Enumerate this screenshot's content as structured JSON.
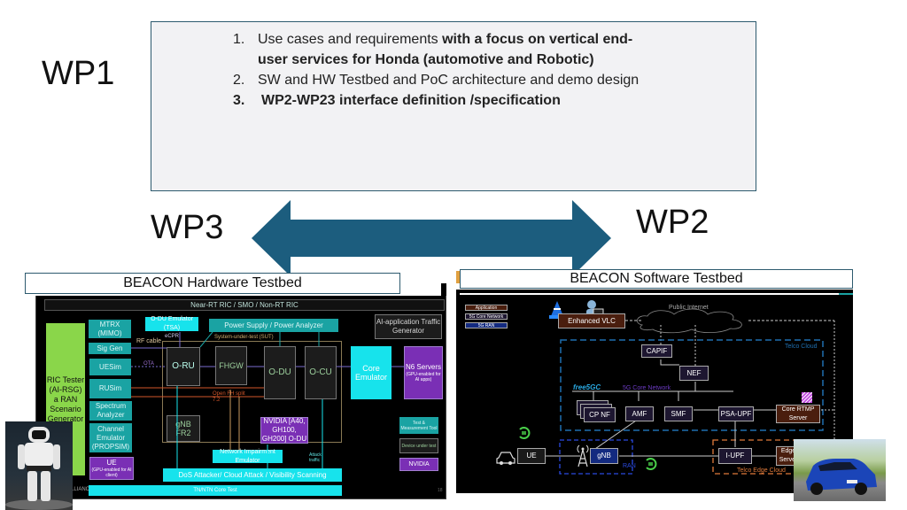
{
  "wp_labels": {
    "wp1": "WP1",
    "wp2": "WP2",
    "wp3": "WP3"
  },
  "wp1_items": [
    {
      "num": "1.",
      "text_plain": "Use cases and requirements ",
      "text_bold": "with a focus  on vertical end-user services for Honda (automotive and Robotic)"
    },
    {
      "num": "2.",
      "text_plain": "SW  and HW Testbed and PoC architecture and demo design",
      "text_bold": ""
    },
    {
      "num": "3.",
      "text_plain": "",
      "text_bold": "WP2-WP23 interface definition /specification"
    }
  ],
  "colors": {
    "arrow": "#1c5d7e",
    "box_border": "#2d5a6e",
    "teal": "#1aa3a3",
    "cyan": "#17e3ec",
    "purple": "#7a2fb5",
    "green": "#8ad64a"
  },
  "hardware": {
    "title": "BEACON Hardware Testbed",
    "ric_bar": "Near-RT RIC / SMO / Non-RT RIC",
    "ric_tester": "RIC Tester (AI-RSG) a RAN Scenario Generator",
    "mtrx": "MTRX (MIMO)",
    "sig_gen": "Sig Gen",
    "uesim": "UESim",
    "rusim": "RUSim",
    "spectrum": "Spectrum Analyzer",
    "channel": "Channel Emulator (PROPSIM)",
    "ue": "UE",
    "ue_sub": "(GPU-enabled for AI client)",
    "odu_emulator": "O-DU Emulator (TSA)",
    "power": "Power Supply / Power Analyzer",
    "ai_app": "AI-application Traffic Generator",
    "rf_cable": "RF cable",
    "ecpri": "eCPRI",
    "sut": "System-under-test (SUT)",
    "ota": "OTA",
    "oru": "O-RU",
    "fhgw": "FHGW",
    "odu": "O-DU",
    "ocu": "O-CU",
    "core_emulator": "Core Emulator",
    "n6": "N6 Servers",
    "n6_sub": "(GPU-enabled for AI apps)",
    "open_fh": "Open FH split 7.2",
    "gnb_fr2": "gNB FR2",
    "nvidia_odu": "NVIDIA [A40, GH100, GH200] O-DU",
    "net_impair": "Network Impairment Emulator",
    "attack": "Attack traffic",
    "dos": "DoS Attacker/ Cloud Attack / Visibility Scanning",
    "tn_ntn": "TN/NTN Core Test",
    "legend_test": "Test & Measurement Tool",
    "legend_dut": "Device under test",
    "legend_nvidia": "NVIDIA",
    "page_num": "18",
    "footer_brand": "LLIANC"
  },
  "software": {
    "title": "BEACON Software  Testbed",
    "legend": [
      "Application",
      "5G Core Network",
      "5G RAN"
    ],
    "enhanced_vlc": "Enhanced VLC",
    "public_internet": "Public Internet",
    "telco_cloud": "Telco Cloud",
    "capif": "CAPIF",
    "nef": "NEF",
    "free5gc": "free5GC",
    "core_network": "5G Core Network",
    "cp_nf": "CP NF",
    "amf": "AMF",
    "smf": "SMF",
    "psa_upf": "PSA-UPF",
    "core_rtmp": "Core RTMP Server",
    "ue": "UE",
    "gnb": "gNB",
    "ran": "RAN",
    "i_upf": "I-UPF",
    "edge_server": "Edge Server",
    "telco_edge": "Telco Edge Cloud"
  }
}
